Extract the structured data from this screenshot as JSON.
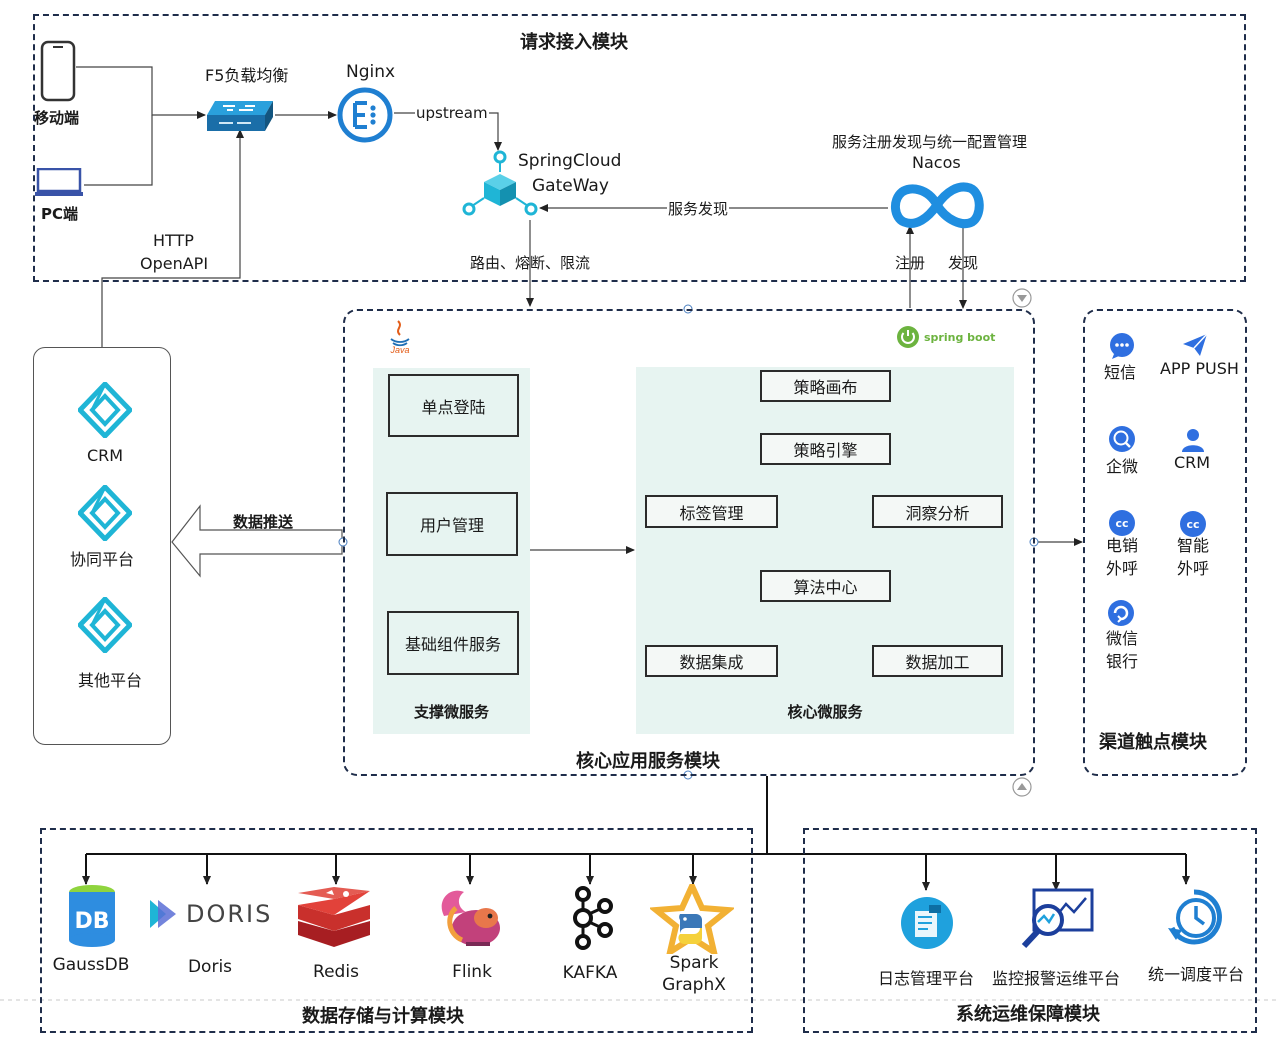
{
  "request_module": {
    "title": "请求接入模块",
    "mobile_label": "移动端",
    "pc_label": "PC端",
    "f5_label": "F5负载均衡",
    "nginx_label": "Nginx",
    "upstream_label": "upstream",
    "gateway_label_1": "SpringCloud",
    "gateway_label_2": "GateWay",
    "routing_label": "路由、熔断、限流",
    "discovery_label": "服务发现",
    "nacos_label_1": "服务注册发现与统一配置管理",
    "nacos_label_2": "Nacos",
    "register_label": "注册",
    "discover_label": "发现",
    "http_label_1": "HTTP",
    "http_label_2": "OpenAPI"
  },
  "external_platforms": {
    "items": [
      {
        "label": "CRM"
      },
      {
        "label": "协同平台"
      },
      {
        "label": "其他平台"
      }
    ],
    "push_label": "数据推送"
  },
  "core_module": {
    "title": "核心应用服务模块",
    "java_label": "Java",
    "springboot_label": "spring boot",
    "support": {
      "title": "支撑微服务",
      "items": [
        "单点登陆",
        "用户管理",
        "基础组件服务"
      ]
    },
    "core": {
      "title": "核心微服务",
      "strategy_canvas": "策略画布",
      "strategy_engine": "策略引擎",
      "tag_mgmt": "标签管理",
      "insight": "洞察分析",
      "algo_center": "算法中心",
      "data_integration": "数据集成",
      "data_processing": "数据加工"
    }
  },
  "channel_module": {
    "title": "渠道触点模块",
    "items": [
      {
        "label": "短信",
        "icon": "chat-bubble-icon",
        "color": "#2f6fe0"
      },
      {
        "label": "APP PUSH",
        "icon": "paper-plane-icon",
        "color": "#2f6fe0"
      },
      {
        "label": "企微",
        "icon": "wecom-icon",
        "color": "#2f6fe0"
      },
      {
        "label": "CRM",
        "icon": "user-icon",
        "color": "#2f6fe0"
      },
      {
        "label": "电销\n外呼",
        "icon": "cc-icon",
        "color": "#2f6fe0"
      },
      {
        "label": "智能\n外呼",
        "icon": "cc-icon",
        "color": "#2f6fe0"
      },
      {
        "label": "微信\n银行",
        "icon": "swirl-icon",
        "color": "#2f6fe0"
      }
    ]
  },
  "storage_module": {
    "title": "数据存储与计算模块",
    "items": [
      {
        "label": "GaussDB",
        "icon_text": "DB"
      },
      {
        "label": "Doris",
        "icon_text": "DORIS"
      },
      {
        "label": "Redis"
      },
      {
        "label": "Flink"
      },
      {
        "label": "KAFKA"
      },
      {
        "label": "Spark\nGraphX"
      }
    ]
  },
  "ops_module": {
    "title": "系统运维保障模块",
    "items": [
      {
        "label": "日志管理平台"
      },
      {
        "label": "监控报警运维平台"
      },
      {
        "label": "统一调度平台"
      }
    ]
  },
  "colors": {
    "border": "#1f2d4a",
    "panel": "#e7f4f1",
    "accent_blue": "#1f7fd1",
    "teal": "#1fb5d6"
  }
}
